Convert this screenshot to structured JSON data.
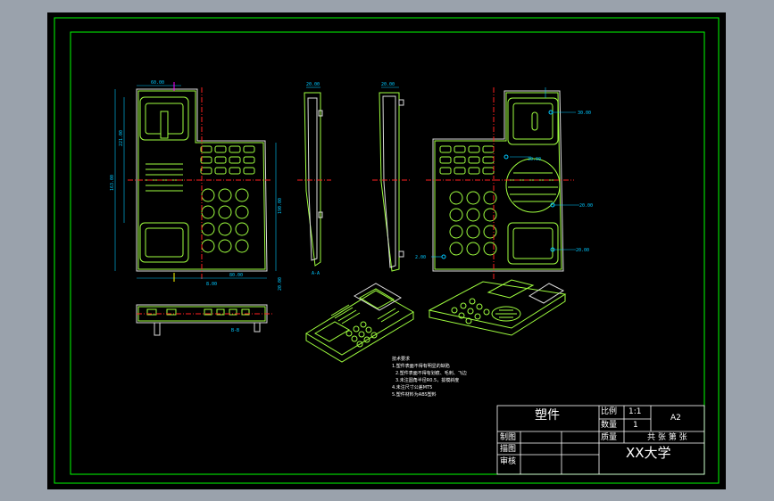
{
  "title_block": {
    "part_name": "塑件",
    "scale_label": "比例",
    "scale_value": "1:1",
    "quantity_label": "数量",
    "quantity_value": "1",
    "sheet_size": "A2",
    "material_label": "质量",
    "sheets_text": "共  张  第  张",
    "drawn_label": "制图",
    "designed_label": "描图",
    "checked_label": "审核",
    "school": "XX大学"
  },
  "notes": {
    "heading": "技术要求",
    "lines": [
      "1.塑件表面不得有明显的缺陷",
      "2.塑件表面不得有划痕、毛刺、飞边",
      "3.未注圆角半径R0.5，拔模斜度",
      "4.未注尺寸公差MT5",
      "5.塑件材料为ABS塑料"
    ]
  },
  "dimensions": {
    "top_width": "60.00",
    "left_height_1": "163.00",
    "left_height_2": "221.00",
    "right_height": "190.00",
    "bottom_width": "80.00",
    "bottom_small": "8.00",
    "right_top": "30.00",
    "right_mid": "30.00",
    "right_small": "20.00",
    "right_low": "20.00",
    "right_bottom": "2.00",
    "left_small": "20.00",
    "section_label": "A-A",
    "bottom_view_label": "B-B",
    "side_width": "20.00"
  },
  "colors": {
    "sheet_border": "#00ff00",
    "outline": "#dddddd",
    "body": "#9fff3f",
    "center_line": "#ff2020",
    "dimension": "#00c8ff",
    "accent": "#ff00ff"
  }
}
